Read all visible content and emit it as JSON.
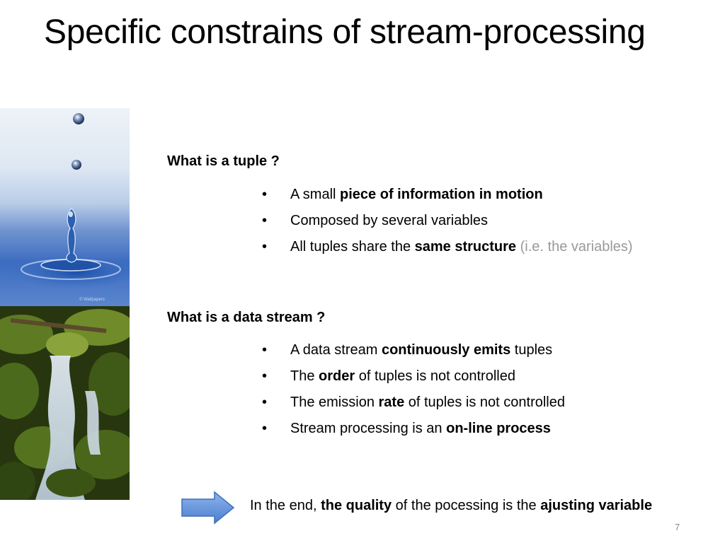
{
  "slide": {
    "title": "Specific constrains of stream-processing",
    "page_number": "7"
  },
  "section1": {
    "heading": "What is a tuple ?",
    "bullets": [
      {
        "pre": "A small ",
        "bold": "piece of information in motion",
        "post": "",
        "grey": ""
      },
      {
        "pre": "Composed by several variables",
        "bold": "",
        "post": "",
        "grey": ""
      },
      {
        "pre": "All tuples share the ",
        "bold": "same structure",
        "post": " ",
        "grey": "(i.e. the variables)"
      }
    ]
  },
  "section2": {
    "heading": "What is a data stream ?",
    "bullets": [
      {
        "pre": "A data stream ",
        "bold": "continuously emits",
        "post": " tuples"
      },
      {
        "pre": "The ",
        "bold": "order",
        "post": " of tuples is not controlled"
      },
      {
        "pre": "The emission ",
        "bold": "rate",
        "post": " of tuples is not controlled"
      },
      {
        "pre": "Stream processing is an ",
        "bold": "on-line process",
        "post": ""
      }
    ]
  },
  "footer": {
    "pre": "In the end, ",
    "bold1": "the quality",
    "mid": " of the pocessing is the ",
    "bold2": "ajusting variable"
  },
  "colors": {
    "arrow_fill": "#5b8fd9",
    "arrow_stroke": "#3d6fb8",
    "grey_text": "#999999"
  }
}
